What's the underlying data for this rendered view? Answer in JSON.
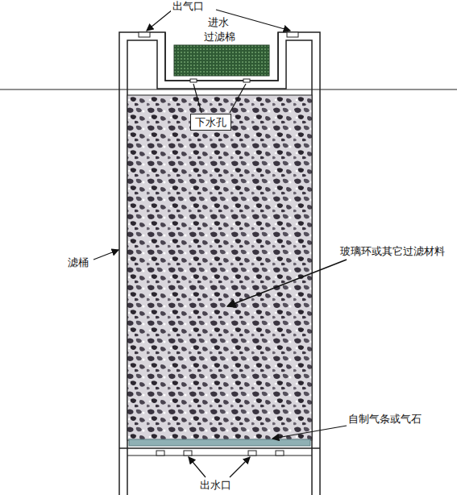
{
  "diagram": {
    "nodes": [
      {
        "text": [
          "下水孔"
        ]
      }
    ],
    "labels": [
      "出气口",
      "进水",
      "过滤棉",
      "滤桶",
      "玻璃环或其它过滤材料",
      "自制气条或气石",
      "出水口"
    ]
  }
}
